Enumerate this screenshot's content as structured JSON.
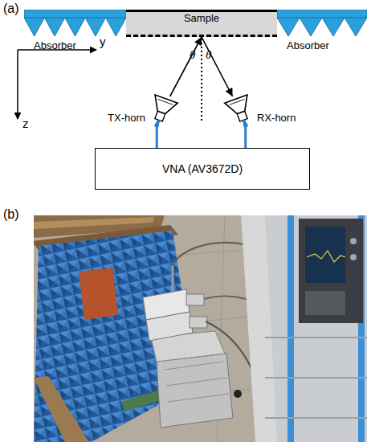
{
  "diagram": {
    "nodes": [
      {
        "text": [
          "Absorber"
        ]
      },
      {
        "text": [
          "Sample"
        ]
      },
      {
        "text": [
          "Absorber"
        ]
      },
      {
        "text": [
          "TX-horn"
        ]
      },
      {
        "text": [
          "RX-horn"
        ]
      },
      {
        "text": [
          "VNA (AV3672D)"
        ]
      }
    ],
    "edges": [
      {
        "from": 3,
        "to": 1,
        "arrow": "to"
      },
      {
        "from": 1,
        "to": 4,
        "arrow": "to"
      },
      {
        "from": 3,
        "to": 5,
        "arrow": "none"
      },
      {
        "from": 4,
        "to": 5,
        "arrow": "none"
      }
    ],
    "labels": [
      "(a)",
      "y",
      "z",
      "θ",
      "θ",
      "(b)"
    ]
  }
}
